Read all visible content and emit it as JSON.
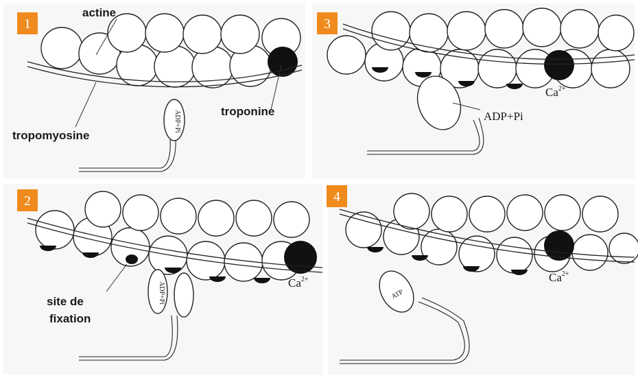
{
  "panels": [
    {
      "number": "1",
      "labels": {
        "actine": "actine",
        "troponine": "troponine",
        "tropomyosine": "tropomyosine"
      },
      "head_text": "ADP+Pi"
    },
    {
      "number": "3",
      "labels": {
        "ca": "Ca",
        "ca_sup": "2+",
        "adp": "ADP+Pi"
      }
    },
    {
      "number": "2",
      "labels": {
        "ca": "Ca",
        "ca_sup": "2+",
        "site": "site de",
        "fixation": "fixation"
      },
      "head_text": "ADP+Pi"
    },
    {
      "number": "4",
      "labels": {
        "ca": "Ca",
        "ca_sup": "2+"
      },
      "head_text": "ATP"
    }
  ],
  "colors": {
    "badge": "#f08a1c",
    "ink": "#1a1a1a",
    "background": "#ffffff"
  }
}
